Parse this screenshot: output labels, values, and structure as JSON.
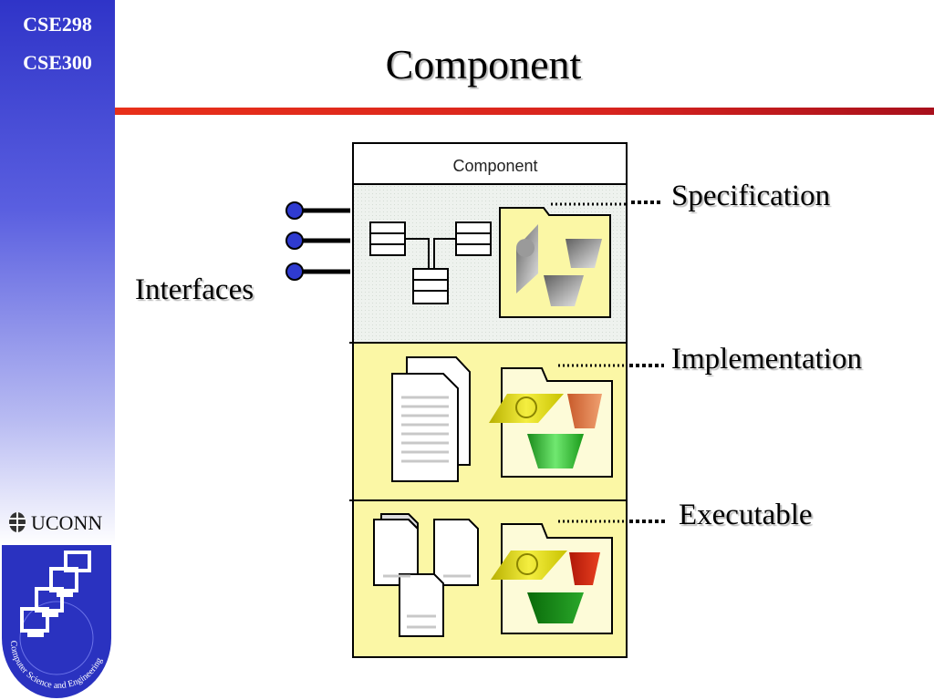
{
  "sidebar": {
    "course_1": "CSE298",
    "course_2": "CSE300",
    "university": "UCONN",
    "dept_seal": "Computer Science and Engineering"
  },
  "slide": {
    "title": "Component"
  },
  "diagram": {
    "header": "Component",
    "labels": {
      "interfaces": "Interfaces",
      "specification": "Specification",
      "implementation": "Implementation",
      "executable": "Executable"
    },
    "icons": [
      "lollipop-interface-icon",
      "class-diagram-icon",
      "folder-icon",
      "document-stack-icon",
      "shape-icons"
    ]
  },
  "colors": {
    "sidebar_top": "#2f34c8",
    "accent_rule": "#d8241e",
    "compartment_yellow": "#fbf7a5",
    "spec_fill": "#eef2ee",
    "interface_ball": "#2f3bd0"
  }
}
